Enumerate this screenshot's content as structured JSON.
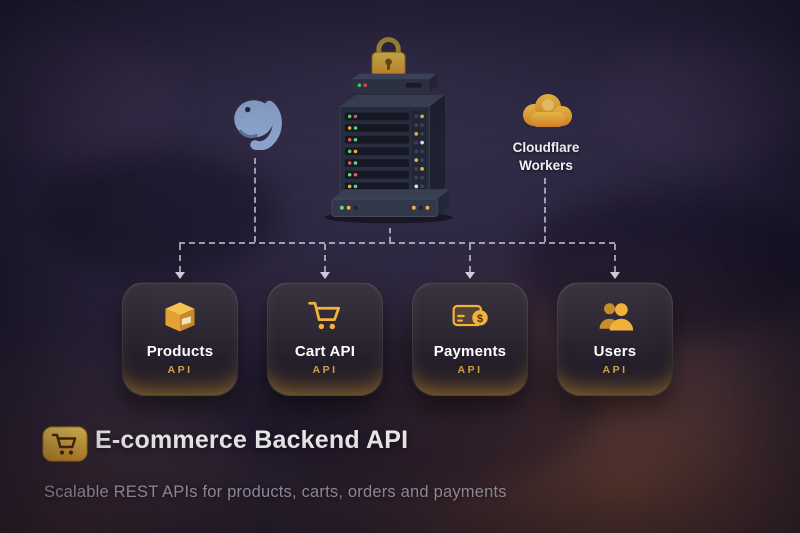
{
  "colors": {
    "accent_gold": "#F2B33D",
    "background": "#272139",
    "card_tag_text": "#D2A14E",
    "led_green": "#62D97A",
    "led_red": "#E35D5D"
  },
  "diagram": {
    "database_icon": "postgresql-elephant-icon",
    "server_icon": "server-rack-with-padlock-icon",
    "cloudflare": {
      "line1": "Cloudflare",
      "line2": "Workers"
    }
  },
  "cards": [
    {
      "title": "Products",
      "tag": "API",
      "icon": "package-icon"
    },
    {
      "title": "Cart API",
      "tag": "API",
      "icon": "shopping-cart-icon"
    },
    {
      "title": "Payments",
      "tag": "API",
      "icon": "payment-terminal-icon"
    },
    {
      "title": "Users",
      "tag": "API",
      "icon": "users-icon"
    }
  ],
  "footer": {
    "title": "E-commerce Backend API",
    "subtitle": "Scalable REST APIs for products, carts, orders and payments"
  }
}
